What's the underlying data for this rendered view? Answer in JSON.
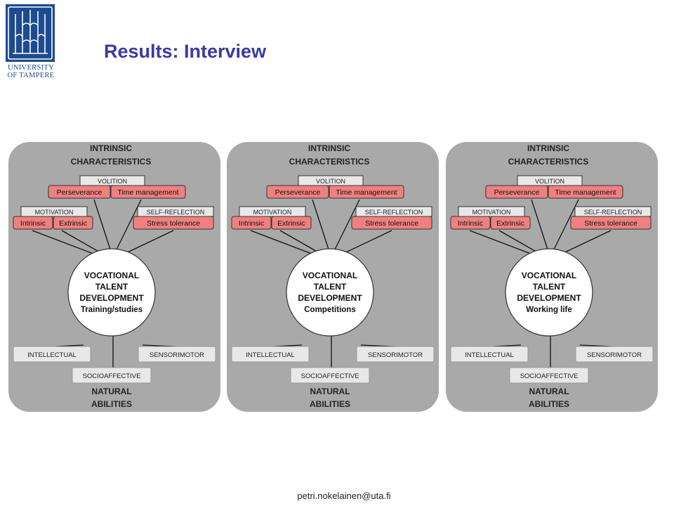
{
  "logo": {
    "line1": "UNIVERSITY",
    "line2": "OF TAMPERE"
  },
  "title": "Results: Interview",
  "footer": "petri.nokelainen@uta.fi",
  "diagram": {
    "intrinsic_line1": "INTRINSIC",
    "intrinsic_line2": "CHARACTERISTICS",
    "volition": "VOLITION",
    "perseverance": "Perseverance",
    "time_management": "Time management",
    "motivation": "MOTIVATION",
    "intrinsic": "Intrinsic",
    "extrinsic": "Extrinsic",
    "self_reflection": "SELF-REFLECTION",
    "stress_tolerance": "Stress tolerance",
    "center_line1": "VOCATIONAL",
    "center_line2": "TALENT",
    "center_line3": "DEVELOPMENT",
    "intellectual": "INTELLECTUAL",
    "sensorimotor": "SENSORIMOTOR",
    "socioaffective": "SOCIOAFFECTIVE",
    "natural_line1": "NATURAL",
    "natural_line2": "ABILITIES"
  },
  "panels": [
    {
      "context": "Training/studies"
    },
    {
      "context": "Competitions"
    },
    {
      "context": "Working life"
    }
  ],
  "colors": {
    "title": "#3a3aa0",
    "logo": "#1d4b8f",
    "highlight": "#f08080",
    "panel": "#a9a9a9"
  }
}
